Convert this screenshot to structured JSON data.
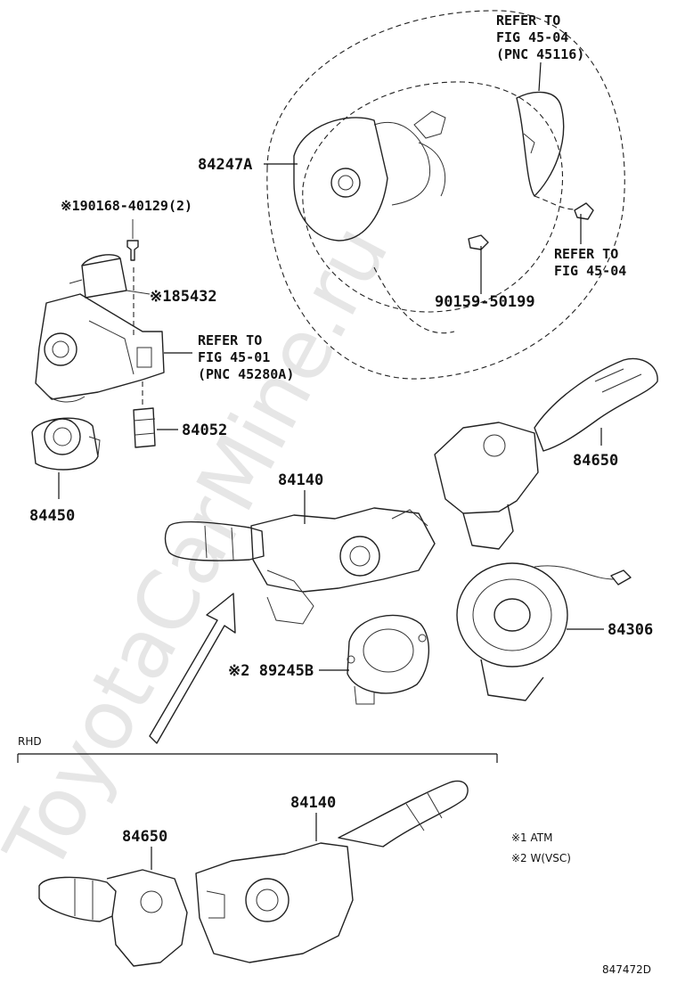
{
  "labels": {
    "refer_top_l1": "REFER TO",
    "refer_top_l2": "FIG 45-04",
    "refer_top_l3": "(PNC 45116)",
    "p84247A": "84247A",
    "p90168": "※190168-40129(2)",
    "p85432": "※185432",
    "refer_mid_l1": "REFER TO",
    "refer_mid_l2": "FIG 45-01",
    "refer_mid_l3": "(PNC 45280A)",
    "p84052": "84052",
    "p84450": "84450",
    "refer_right_l1": "REFER TO",
    "refer_right_l2": "FIG 45-04",
    "p90159": "90159-50199",
    "p84650": "84650",
    "p84140": "84140",
    "p84306": "84306",
    "p89245B": "※2 89245B",
    "rhd": "RHD",
    "p84140_rhd": "84140",
    "p84650_rhd": "84650",
    "legend1": "※1 ATM",
    "legend2": "※2 W(VSC)",
    "diagram_id": "847472D",
    "watermark": "ToyotaCarMine.ru"
  }
}
